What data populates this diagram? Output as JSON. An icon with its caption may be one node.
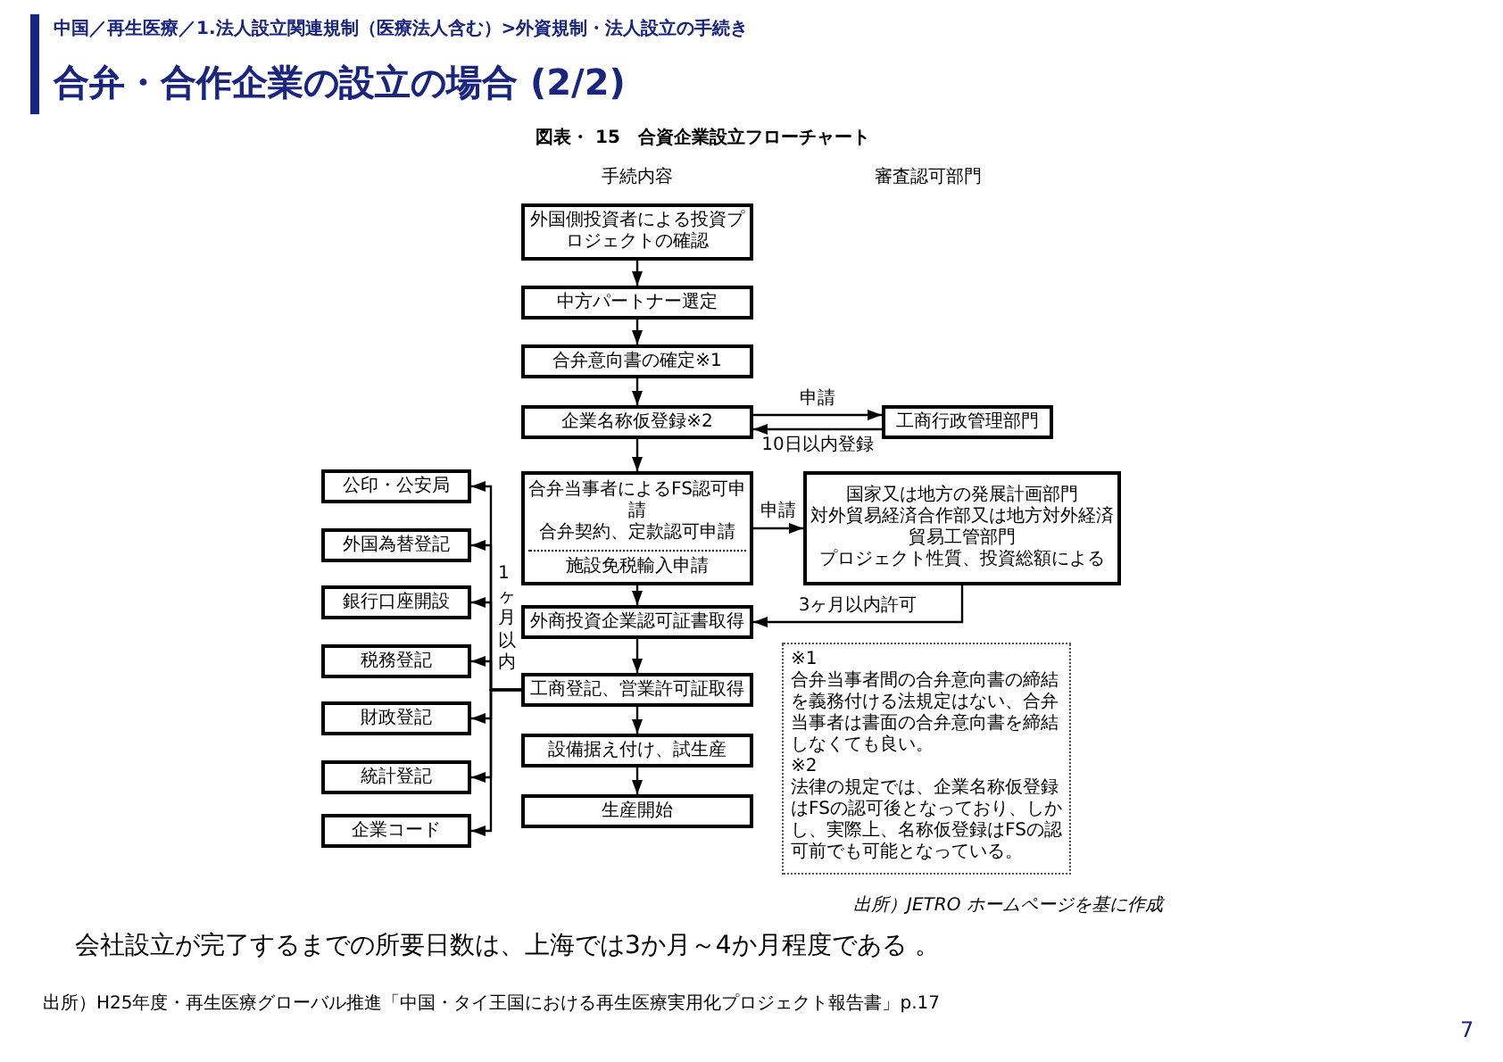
{
  "diagram": {
    "title": "合弁・合作企業の設立の場合 (2/2)",
    "nodes": [
      {
        "text": [
          "外国側投資者による投資プロジェクトの確認"
        ]
      },
      {
        "text": [
          "中方パートナー選定"
        ]
      },
      {
        "text": [
          "合弁意向書の確定※1"
        ]
      },
      {
        "text": [
          "企業名称仮登録※2"
        ]
      },
      {
        "text": [
          "工商行政管理部門"
        ]
      },
      {
        "text": [
          "合弁当事者によるFS認可申請",
          "合弁契約、定款認可申請",
          "施設免税輸入申請"
        ]
      },
      {
        "text": [
          "国家又は地方の発展計画部門",
          "対外貿易経済合作部又は地方対外経済貿易工管部門",
          "プロジェクト性質、投資総額による"
        ]
      },
      {
        "text": [
          "外商投資企業認可証書取得"
        ]
      },
      {
        "text": [
          "工商登記、営業許可証取得"
        ]
      },
      {
        "text": [
          "設備据え付け、試生産"
        ]
      },
      {
        "text": [
          "生産開始"
        ]
      },
      {
        "text": [
          "公印・公安局"
        ]
      },
      {
        "text": [
          "外国為替登記"
        ]
      },
      {
        "text": [
          "銀行口座開設"
        ]
      },
      {
        "text": [
          "税務登記"
        ]
      },
      {
        "text": [
          "財政登記"
        ]
      },
      {
        "text": [
          "統計登記"
        ]
      },
      {
        "text": [
          "企業コード"
        ]
      },
      {
        "text": [
          "※1",
          "合弁当事者間の合弁意向書の締結を義務付ける法規定はない、合弁当事者は書面の合弁意向書を締結しなくても良い。",
          "※2",
          "法律の規定では、企業名称仮登録はFSの認可後となっており、しかし、実際上、名称仮登録はFSの認可前でも可能となっている。"
        ]
      }
    ],
    "edges": [
      {
        "from": 0,
        "to": 1,
        "arrow": "to"
      },
      {
        "from": 1,
        "to": 2,
        "arrow": "to"
      },
      {
        "from": 2,
        "to": 3,
        "arrow": "to"
      },
      {
        "from": 3,
        "to": 4,
        "arrow": "to",
        "label": "申請"
      },
      {
        "from": 4,
        "to": 3,
        "arrow": "to",
        "label": "10日以内登録"
      },
      {
        "from": 3,
        "to": 5,
        "arrow": "to"
      },
      {
        "from": 5,
        "to": 6,
        "arrow": "to",
        "label": "申請"
      },
      {
        "from": 6,
        "to": 7,
        "arrow": "to",
        "label": "3ヶ月以内許可"
      },
      {
        "from": 5,
        "to": 7,
        "arrow": "to"
      },
      {
        "from": 7,
        "to": 8,
        "arrow": "to"
      },
      {
        "from": 8,
        "to": 9,
        "arrow": "to"
      },
      {
        "from": 9,
        "to": 10,
        "arrow": "to"
      },
      {
        "from": 8,
        "to": 11,
        "arrow": "to"
      },
      {
        "from": 8,
        "to": 12,
        "arrow": "to"
      },
      {
        "from": 8,
        "to": 13,
        "arrow": "to"
      },
      {
        "from": 8,
        "to": 14,
        "arrow": "to"
      },
      {
        "from": 8,
        "to": 15,
        "arrow": "to"
      },
      {
        "from": 8,
        "to": 16,
        "arrow": "to"
      },
      {
        "from": 8,
        "to": 17,
        "arrow": "to"
      }
    ],
    "labels": [
      "中国／再生医療／1.法人設立関連規制（医療法人含む）>外資規制・法人設立の手続き",
      "図表・ 15　合資企業設立フローチャート",
      "手続内容",
      "審査認可部門",
      "1ヶ月以内",
      "出所）JETRO ホームページを基に作成",
      "会社設立が完了するまでの所要日数は、上海では3か月～4か月程度である 。",
      "出所）H25年度・再生医療グローバル推進「中国・タイ王国における再生医療実用化プロジェクト報告書」p.17",
      "7"
    ]
  }
}
